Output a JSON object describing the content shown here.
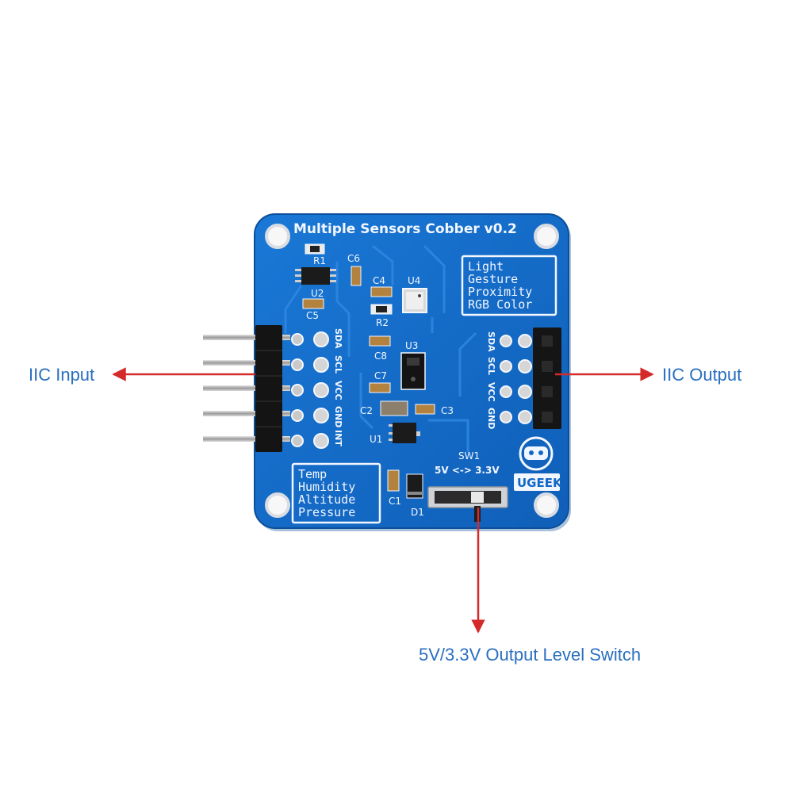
{
  "board": {
    "title": "Multiple Sensors Cobber v0.2",
    "left_box": [
      "Temp",
      "Humidity",
      "Altitude",
      "Pressure"
    ],
    "right_box": [
      "Light",
      "Gesture",
      "Proximity",
      "RGB Color"
    ],
    "left_pins": [
      "SDA",
      "SCL",
      "VCC",
      "GND",
      "INT"
    ],
    "right_pins": [
      "SDA",
      "SCL",
      "VCC",
      "GND"
    ],
    "refdes": {
      "r1": "R1",
      "u2": "U2",
      "c5": "C5",
      "c6": "C6",
      "c4": "C4",
      "u4": "U4",
      "r2": "R2",
      "c8": "C8",
      "u3": "U3",
      "c7": "C7",
      "c2": "C2",
      "c3": "C3",
      "u1": "U1",
      "c1": "C1",
      "d1": "D1",
      "sw1": "SW1"
    },
    "switch_label": "5V <-> 3.3V",
    "brand": "UGEEK",
    "colors": {
      "board": "#1268c6",
      "silk": "#f2f6ff",
      "arrow": "#d42a2a",
      "label": "#2a6fbf"
    }
  },
  "callouts": {
    "iic_input": "IIC Input",
    "iic_output": "IIC Output",
    "level_switch": "5V/3.3V Output Level Switch"
  }
}
